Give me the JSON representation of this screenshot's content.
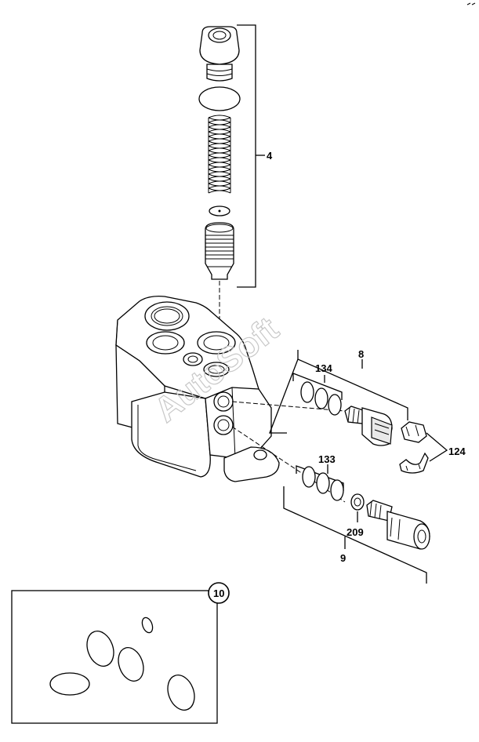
{
  "watermark": "AutoSoft",
  "callouts": {
    "c4": "4",
    "c8": "8",
    "c134": "134",
    "c124": "124",
    "c133": "133",
    "c209": "209",
    "c9": "9",
    "c10": "10"
  }
}
